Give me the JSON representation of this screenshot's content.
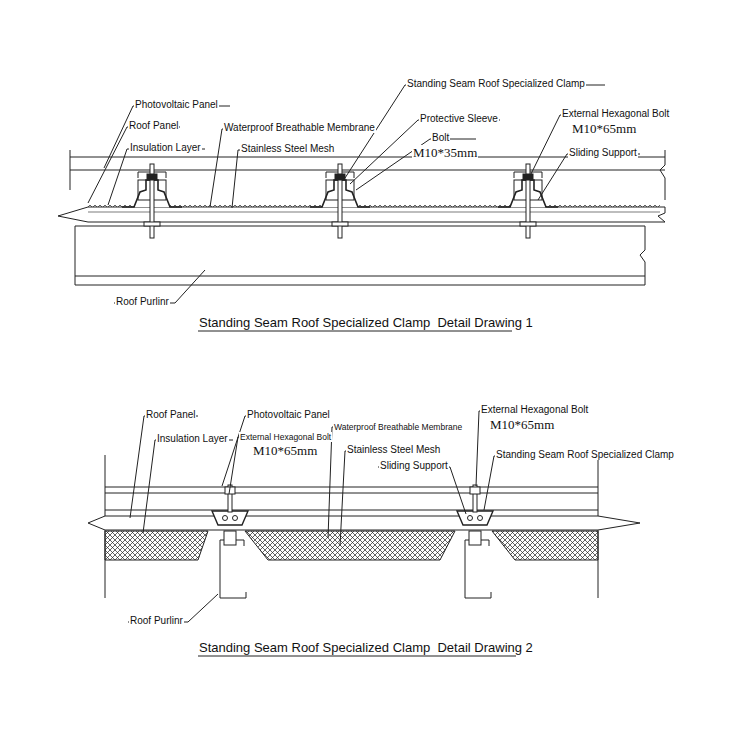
{
  "diagram": {
    "labels": [
      "Photovoltaic Panel",
      "Roof Panel",
      "Insulation Layer",
      "Waterproof Breathable Membrane",
      "Stainless Steel Mesh",
      "Standing Seam Roof Specialized Clamp",
      "Protective Sleeve",
      "Bolt",
      "M10*35mm",
      "External Hexagonal Bolt",
      "M10*65mm",
      "Sliding Support",
      "Roof Purlinr",
      "Standing Seam Roof Specialized Clamp  Detail Drawing 1",
      "Roof Panel",
      "Photovoltaic Panel",
      "Insulation Layer",
      "External Hexagonal Bolt",
      "M10*65mm",
      "Waterproof Breathable Membrane",
      "Stainless Steel Mesh",
      "Sliding Support",
      "External Hexagonal Bolt",
      "M10*65mm",
      "Standing Seam Roof Specialized Clamp",
      "Roof Purlinr",
      "Standing Seam Roof Specialized Clamp  Detail Drawing 2"
    ]
  }
}
